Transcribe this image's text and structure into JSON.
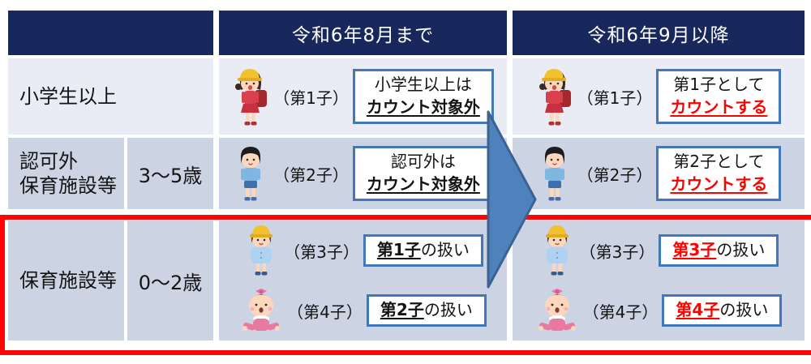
{
  "header": {
    "period_before": "令和6年8月まで",
    "period_after": "令和6年9月以降"
  },
  "row_elementary": {
    "category": "小学生以上",
    "before": {
      "child_label": "（第1子）",
      "icon": "schoolgirl-icon",
      "box_line1": "小学生以上は",
      "box_line2": "カウント対象外"
    },
    "after": {
      "child_label": "（第1子）",
      "icon": "schoolgirl-icon",
      "box_line1": "第1子として",
      "box_line2": "カウントする"
    }
  },
  "row_unlicensed": {
    "category_line1": "認可外",
    "category_line2": "保育施設等",
    "age": "3〜5歳",
    "before": {
      "child_label": "（第2子）",
      "icon": "boy-icon",
      "box_line1": "認可外は",
      "box_line2": "カウント対象外"
    },
    "after": {
      "child_label": "（第2子）",
      "icon": "boy-icon",
      "box_line1": "第2子として",
      "box_line2": "カウントする"
    }
  },
  "row_childcare": {
    "category": "保育施設等",
    "age": "0〜2歳",
    "third": {
      "before": {
        "child_label": "（第3子）",
        "icon": "toddler-icon",
        "box_em": "第1子",
        "box_rest": "の扱い"
      },
      "after": {
        "child_label": "（第3子）",
        "icon": "toddler-icon",
        "box_em": "第3子",
        "box_rest": "の扱い"
      }
    },
    "fourth": {
      "before": {
        "child_label": "（第4子）",
        "icon": "baby-icon",
        "box_em": "第2子",
        "box_rest": "の扱い"
      },
      "after": {
        "child_label": "（第4子）",
        "icon": "baby-icon",
        "box_em": "第4子",
        "box_rest": "の扱い"
      }
    }
  },
  "colors": {
    "header_navy": "#18285c",
    "row_light": "#e9ecf4",
    "row_shaded": "#ccd3e3",
    "box_border_blue": "#4277b8",
    "arrow_blue": "#4f81bd",
    "arrow_edge_blue": "#3a6292",
    "highlight_frame_red": "#fe0606",
    "emphasis_red": "#ff0000"
  }
}
